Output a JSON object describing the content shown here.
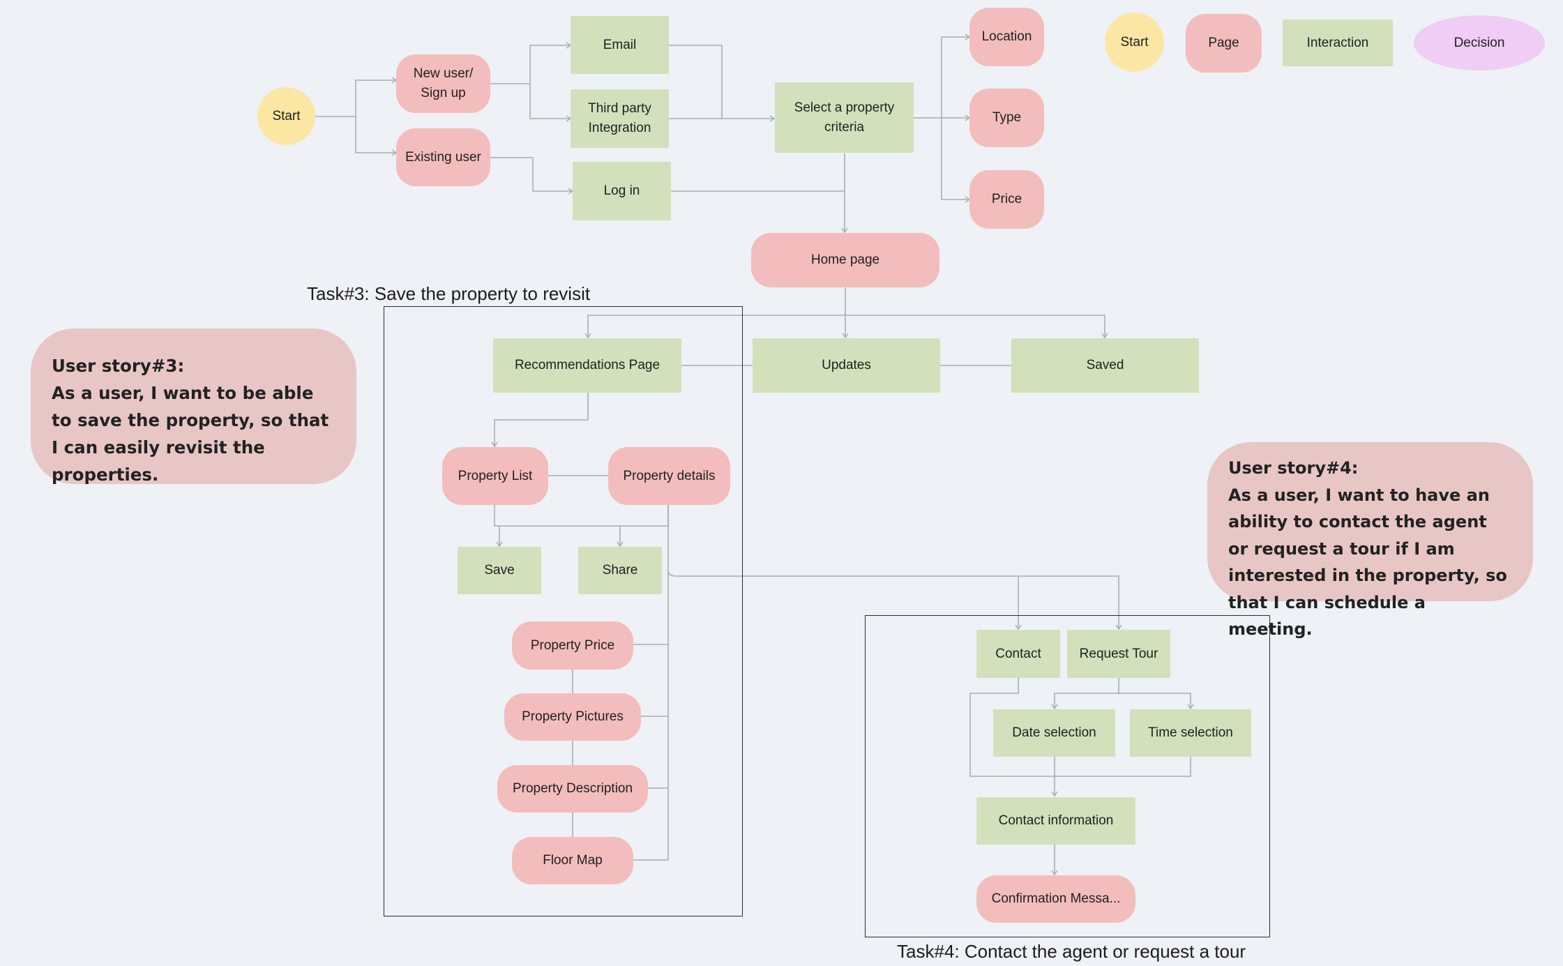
{
  "legend": {
    "start": "Start",
    "page": "Page",
    "interaction": "Interaction",
    "decision": "Decision"
  },
  "flow": {
    "start": "Start",
    "new_user": "New user/\nSign up",
    "existing_user": "Existing user",
    "email": "Email",
    "third_party": "Third party\nIntegration",
    "login": "Log in",
    "select_criteria": "Select a property\ncriteria",
    "location": "Location",
    "type": "Type",
    "price": "Price",
    "home_page": "Home page",
    "recommendations": "Recommendations Page",
    "updates": "Updates",
    "saved": "Saved",
    "property_list": "Property List",
    "property_details": "Property details",
    "save": "Save",
    "share": "Share",
    "property_price": "Property Price",
    "property_pictures": "Property Pictures",
    "property_description": "Property Description",
    "floor_map": "Floor Map",
    "contact": "Contact",
    "request_tour": "Request Tour",
    "date_selection": "Date selection",
    "time_selection": "Time selection",
    "contact_information": "Contact information",
    "confirmation": "Confirmation Messa..."
  },
  "tasks": {
    "task3": "Task#3: Save the property  to revisit",
    "task4": "Task#4: Contact the agent or request a tour"
  },
  "stories": {
    "story3_title": "User story#3:",
    "story3_body": "As a user, I want to be able  to save the property, so that I can easily revisit the properties.",
    "story4_title": "User story#4:",
    "story4_body": "As a user, I want to have an ability to contact the agent or request a tour if I am interested in the property, so that I can schedule a meeting."
  },
  "colors": {
    "start": "#fbe7a3",
    "page": "#f3bdbd",
    "interaction": "#d3e0bc",
    "decision": "#efcdf4",
    "story": "#e9c6c6",
    "connector": "#a9aeb4",
    "background": "#eef1f5"
  }
}
